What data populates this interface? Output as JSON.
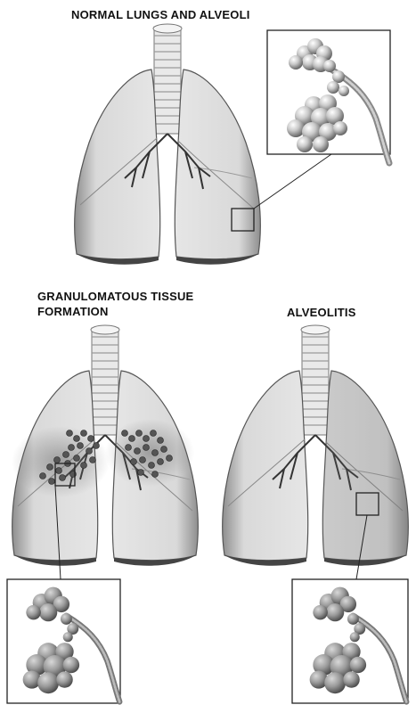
{
  "panels": {
    "normal": {
      "title": "NORMAL LUNGS AND ALVEOLI"
    },
    "granulomatous": {
      "title_line1": "GRANULOMATOUS TISSUE",
      "title_line2": "FORMATION"
    },
    "alveolitis": {
      "title": "ALVEOLITIS"
    }
  }
}
